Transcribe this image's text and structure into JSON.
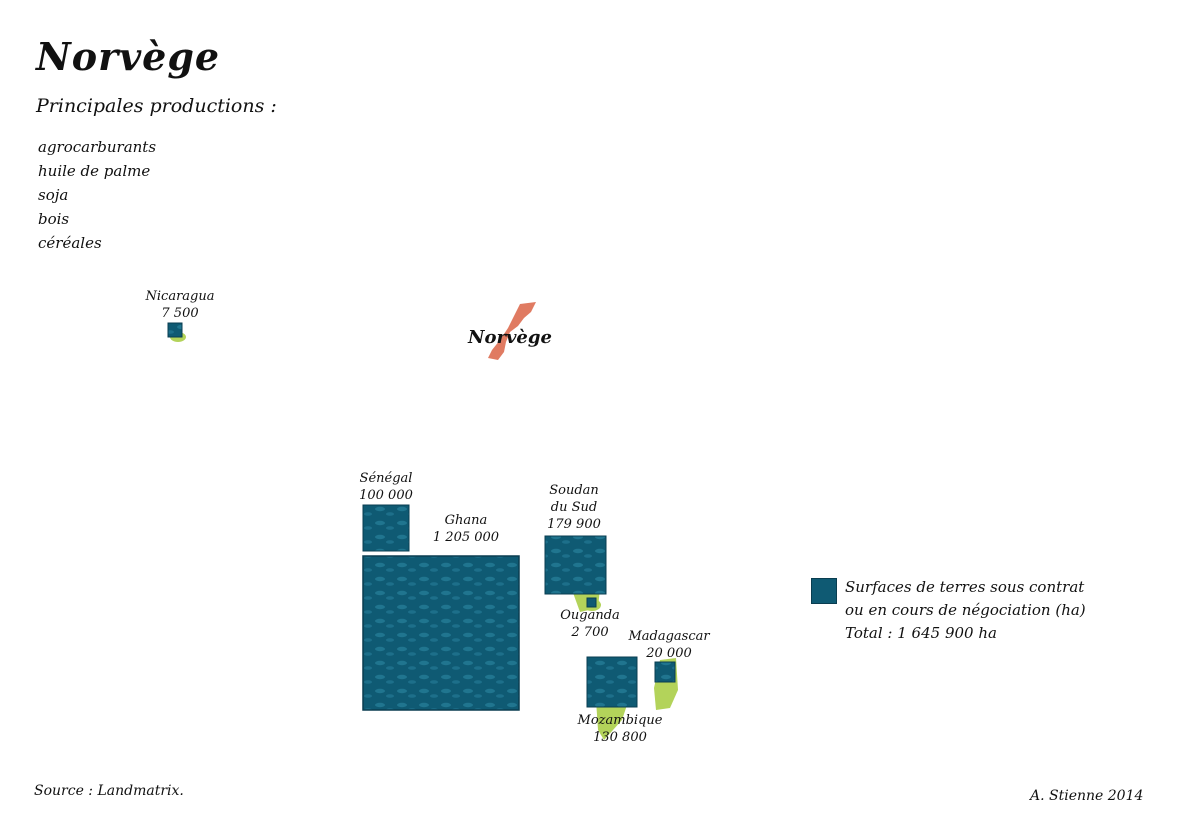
{
  "title": "Norvège",
  "subtitle": "Principales productions :",
  "productions": [
    "agrocarburants",
    "huile de palme",
    "soja",
    "bois",
    "céréales"
  ],
  "origin_country": {
    "name": "Norvège",
    "color": "#e07b62"
  },
  "colors": {
    "square": "#0f5a73",
    "square_light": "#2e8aa6",
    "land": "#b3d35a"
  },
  "countries": [
    {
      "name": "Nicaragua",
      "value": "7 500"
    },
    {
      "name": "Sénégal",
      "value": "100 000"
    },
    {
      "name": "Ghana",
      "value": "1 205 000"
    },
    {
      "name": "Soudan du Sud",
      "line1": "Soudan",
      "line2": "du Sud",
      "value": "179 900"
    },
    {
      "name": "Ouganda",
      "value": "2 700"
    },
    {
      "name": "Madagascar",
      "value": "20 000"
    },
    {
      "name": "Mozambique",
      "value": "130 800"
    }
  ],
  "legend": {
    "line1": "Surfaces de terres sous contrat",
    "line2": "ou en cours de négociation (ha)",
    "total": "Total : 1 645 900 ha"
  },
  "source": "Source : Landmatrix.",
  "author": "A. Stienne 2014"
}
